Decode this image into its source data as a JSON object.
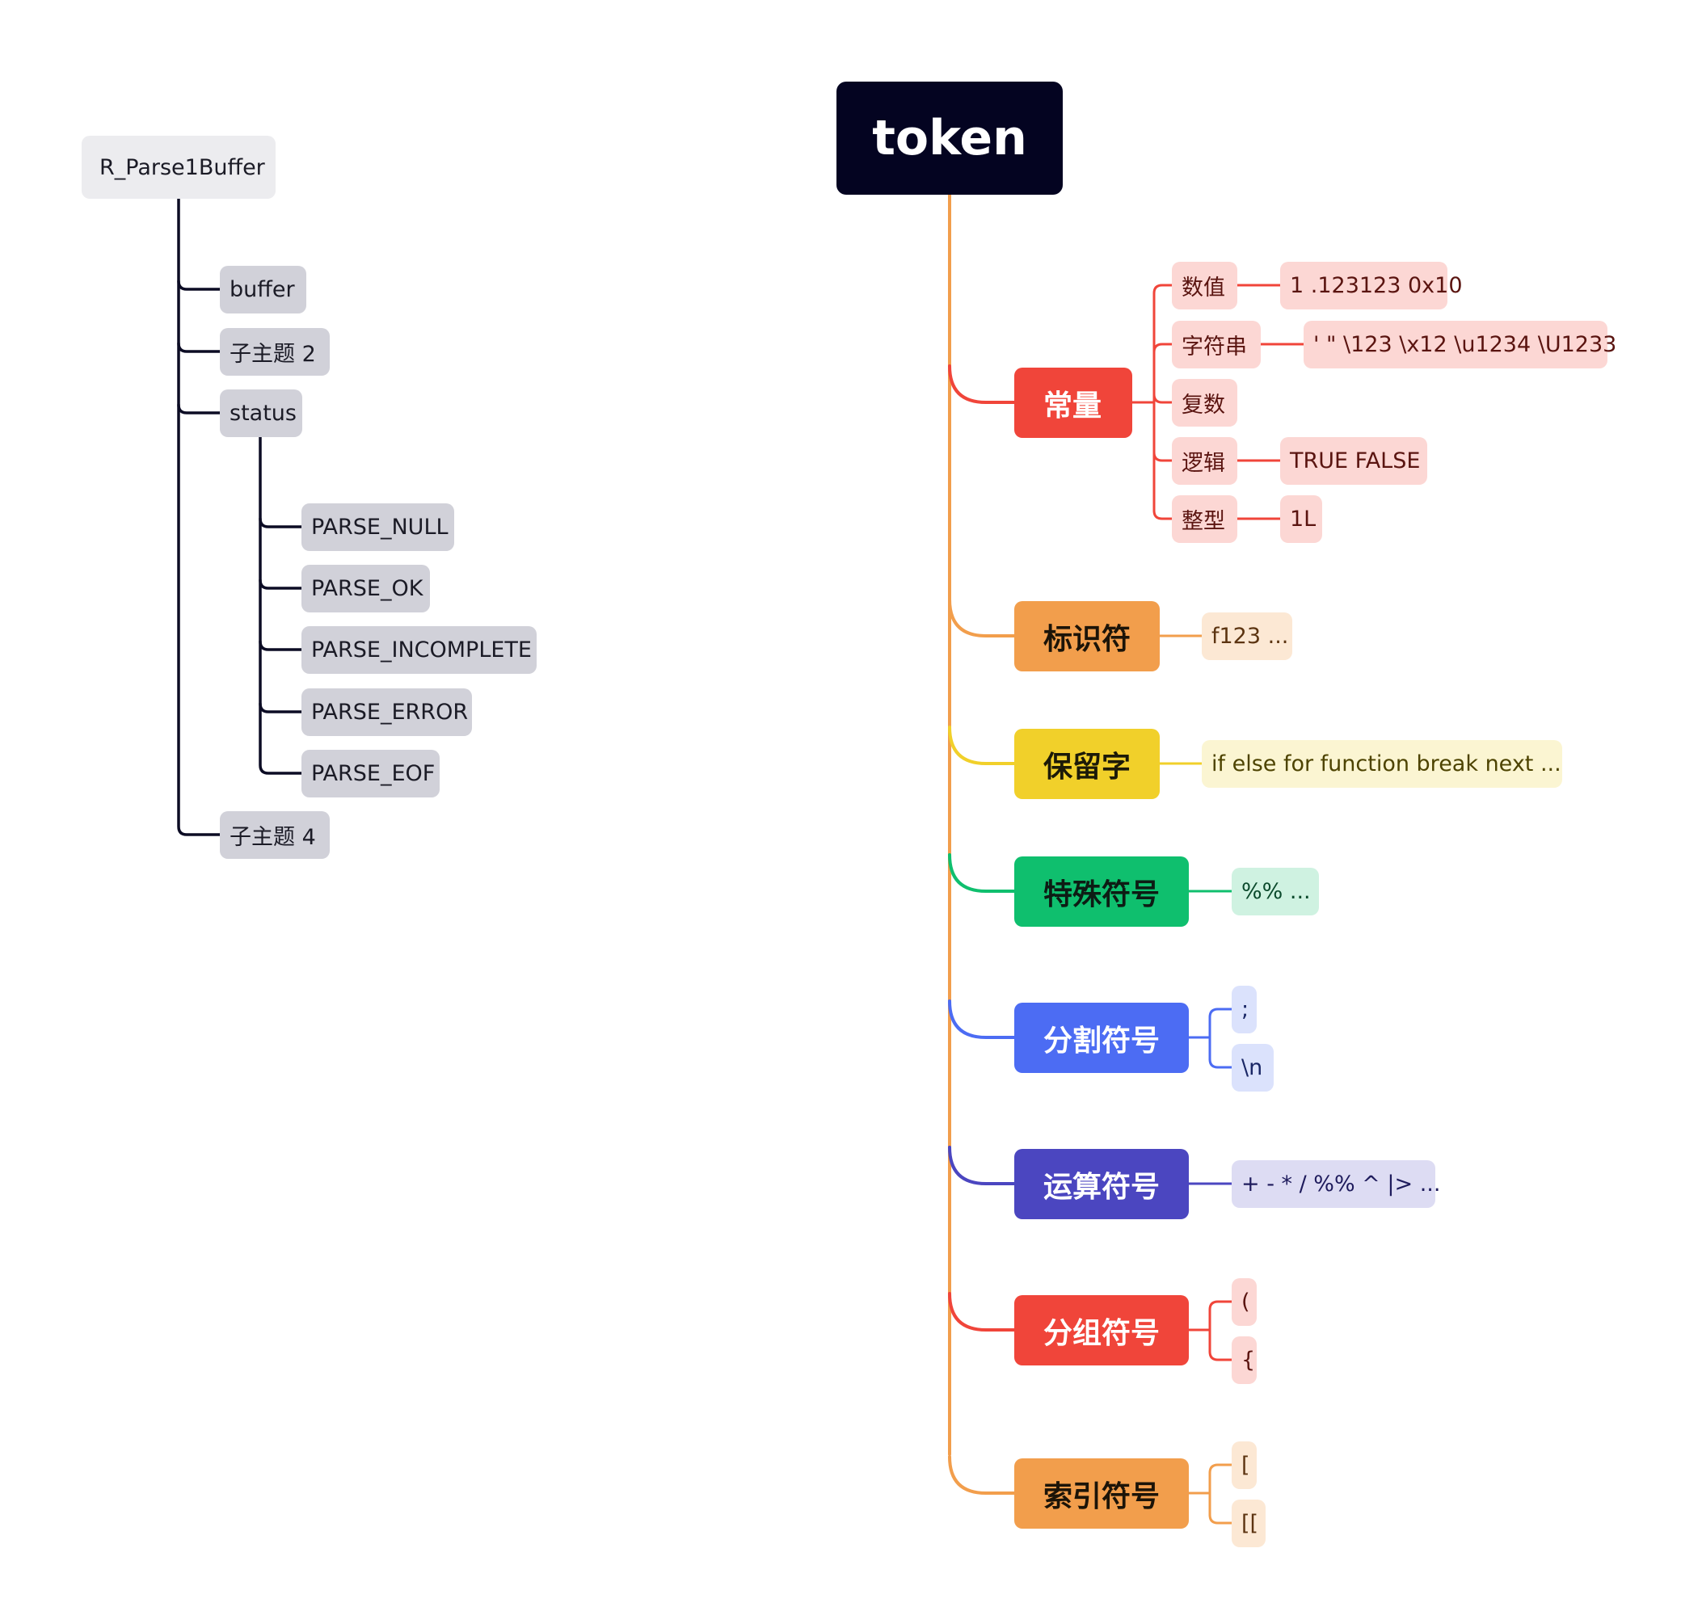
{
  "left_tree": {
    "root": "R_Parse1Buffer",
    "children": [
      "buffer",
      "子主题 2",
      "status",
      "子主题 4"
    ],
    "status_children": [
      "PARSE_NULL",
      "PARSE_OK",
      "PARSE_INCOMPLETE",
      "PARSE_ERROR",
      "PARSE_EOF"
    ]
  },
  "right_tree": {
    "root": "token",
    "categories": [
      {
        "label": "常量",
        "color": "#f0453a",
        "text_color": "#ffffff",
        "leaf_bg": "#fcd7d4",
        "leaf_text": "#5a1410",
        "sub": [
          {
            "label": "数值",
            "value": "1 .123123 0x10"
          },
          {
            "label": "字符串",
            "value": "' \" \\123 \\x12 \\u1234 \\U1233"
          },
          {
            "label": "复数",
            "value": ""
          },
          {
            "label": "逻辑",
            "value": "TRUE FALSE"
          },
          {
            "label": "整型",
            "value": "1L"
          }
        ]
      },
      {
        "label": "标识符",
        "color": "#f29e4c",
        "text_color": "#1c1408",
        "leaf_bg": "#fce8d4",
        "leaf_text": "#5c3411",
        "items": [
          "f123 ..."
        ]
      },
      {
        "label": "保留字",
        "color": "#f1d02a",
        "text_color": "#1c1a08",
        "leaf_bg": "#fbf5d2",
        "leaf_text": "#4d4300",
        "items": [
          "if else for function break next ..."
        ]
      },
      {
        "label": "特殊符号",
        "color": "#0fbf6e",
        "text_color": "#0d1c14",
        "leaf_bg": "#cff2e1",
        "leaf_text": "#0b4a2c",
        "items": [
          "%% ..."
        ]
      },
      {
        "label": "分割符号",
        "color": "#4c6cf3",
        "text_color": "#ffffff",
        "leaf_bg": "#dbe2fc",
        "leaf_text": "#1a2766",
        "items": [
          ";",
          "\\n"
        ]
      },
      {
        "label": "运算符号",
        "color": "#4b46c0",
        "text_color": "#ffffff",
        "leaf_bg": "#dddcf3",
        "leaf_text": "#1e1b5c",
        "items": [
          "+ - * / %% ^ |> ..."
        ]
      },
      {
        "label": "分组符号",
        "color": "#f0453a",
        "text_color": "#ffffff",
        "leaf_bg": "#fcd7d4",
        "leaf_text": "#5a1410",
        "items": [
          "(",
          "{"
        ]
      },
      {
        "label": "索引符号",
        "color": "#f29e4c",
        "text_color": "#1c1408",
        "leaf_bg": "#fce8d4",
        "leaf_text": "#5c3411",
        "items": [
          "[",
          "[["
        ]
      }
    ]
  },
  "colors": {
    "left_line": "#0c0c24",
    "trunk": "#f29e4c"
  }
}
